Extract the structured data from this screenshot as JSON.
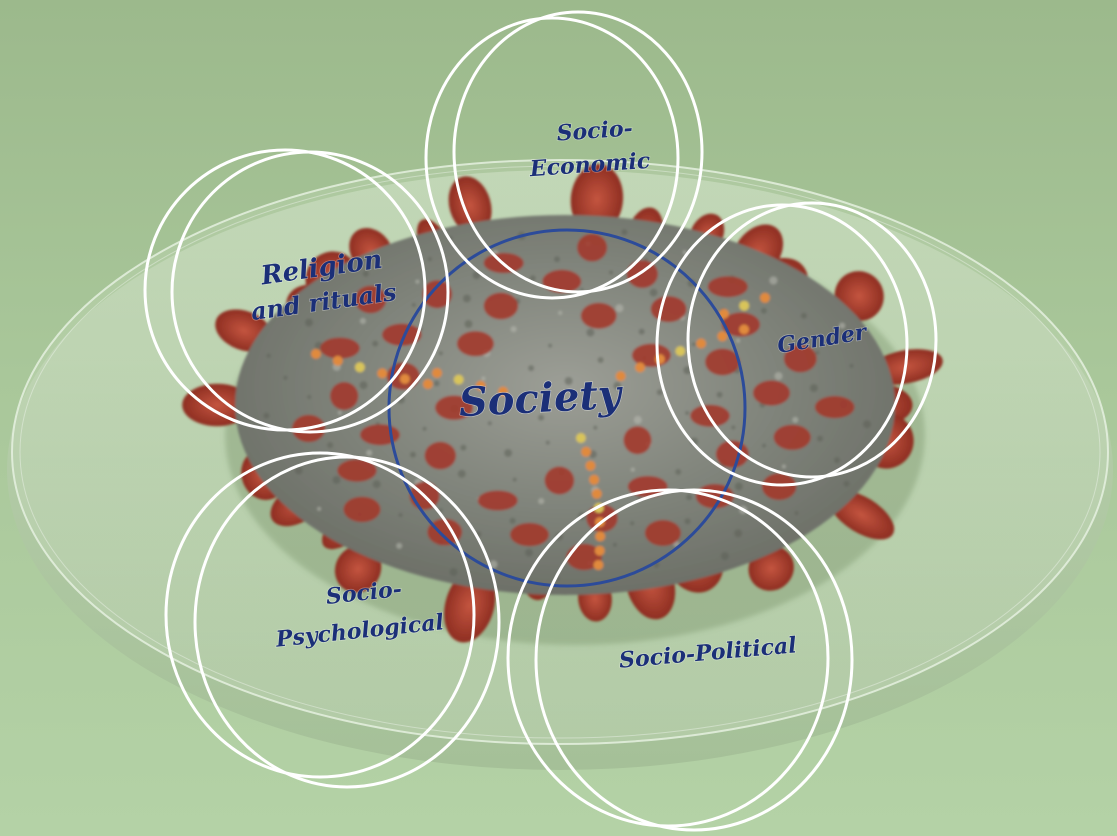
{
  "center": {
    "label": "Society"
  },
  "aspects": [
    {
      "id": "socio-economic",
      "lines": [
        "Socio-",
        "Economic"
      ]
    },
    {
      "id": "religion",
      "lines": [
        "Religion",
        "and rituals"
      ]
    },
    {
      "id": "gender",
      "lines": [
        "Gender"
      ]
    },
    {
      "id": "socio-psychological",
      "lines": [
        "Socio-",
        "Psychological"
      ]
    },
    {
      "id": "socio-political",
      "lines": [
        "Socio-Political"
      ]
    }
  ],
  "colors": {
    "label": "#1b2f78",
    "center_ring": "#2c4b9a",
    "aspect_rings": "#ffffff",
    "virus_spike": "#a8392c",
    "virus_body": "#8a8f86"
  }
}
